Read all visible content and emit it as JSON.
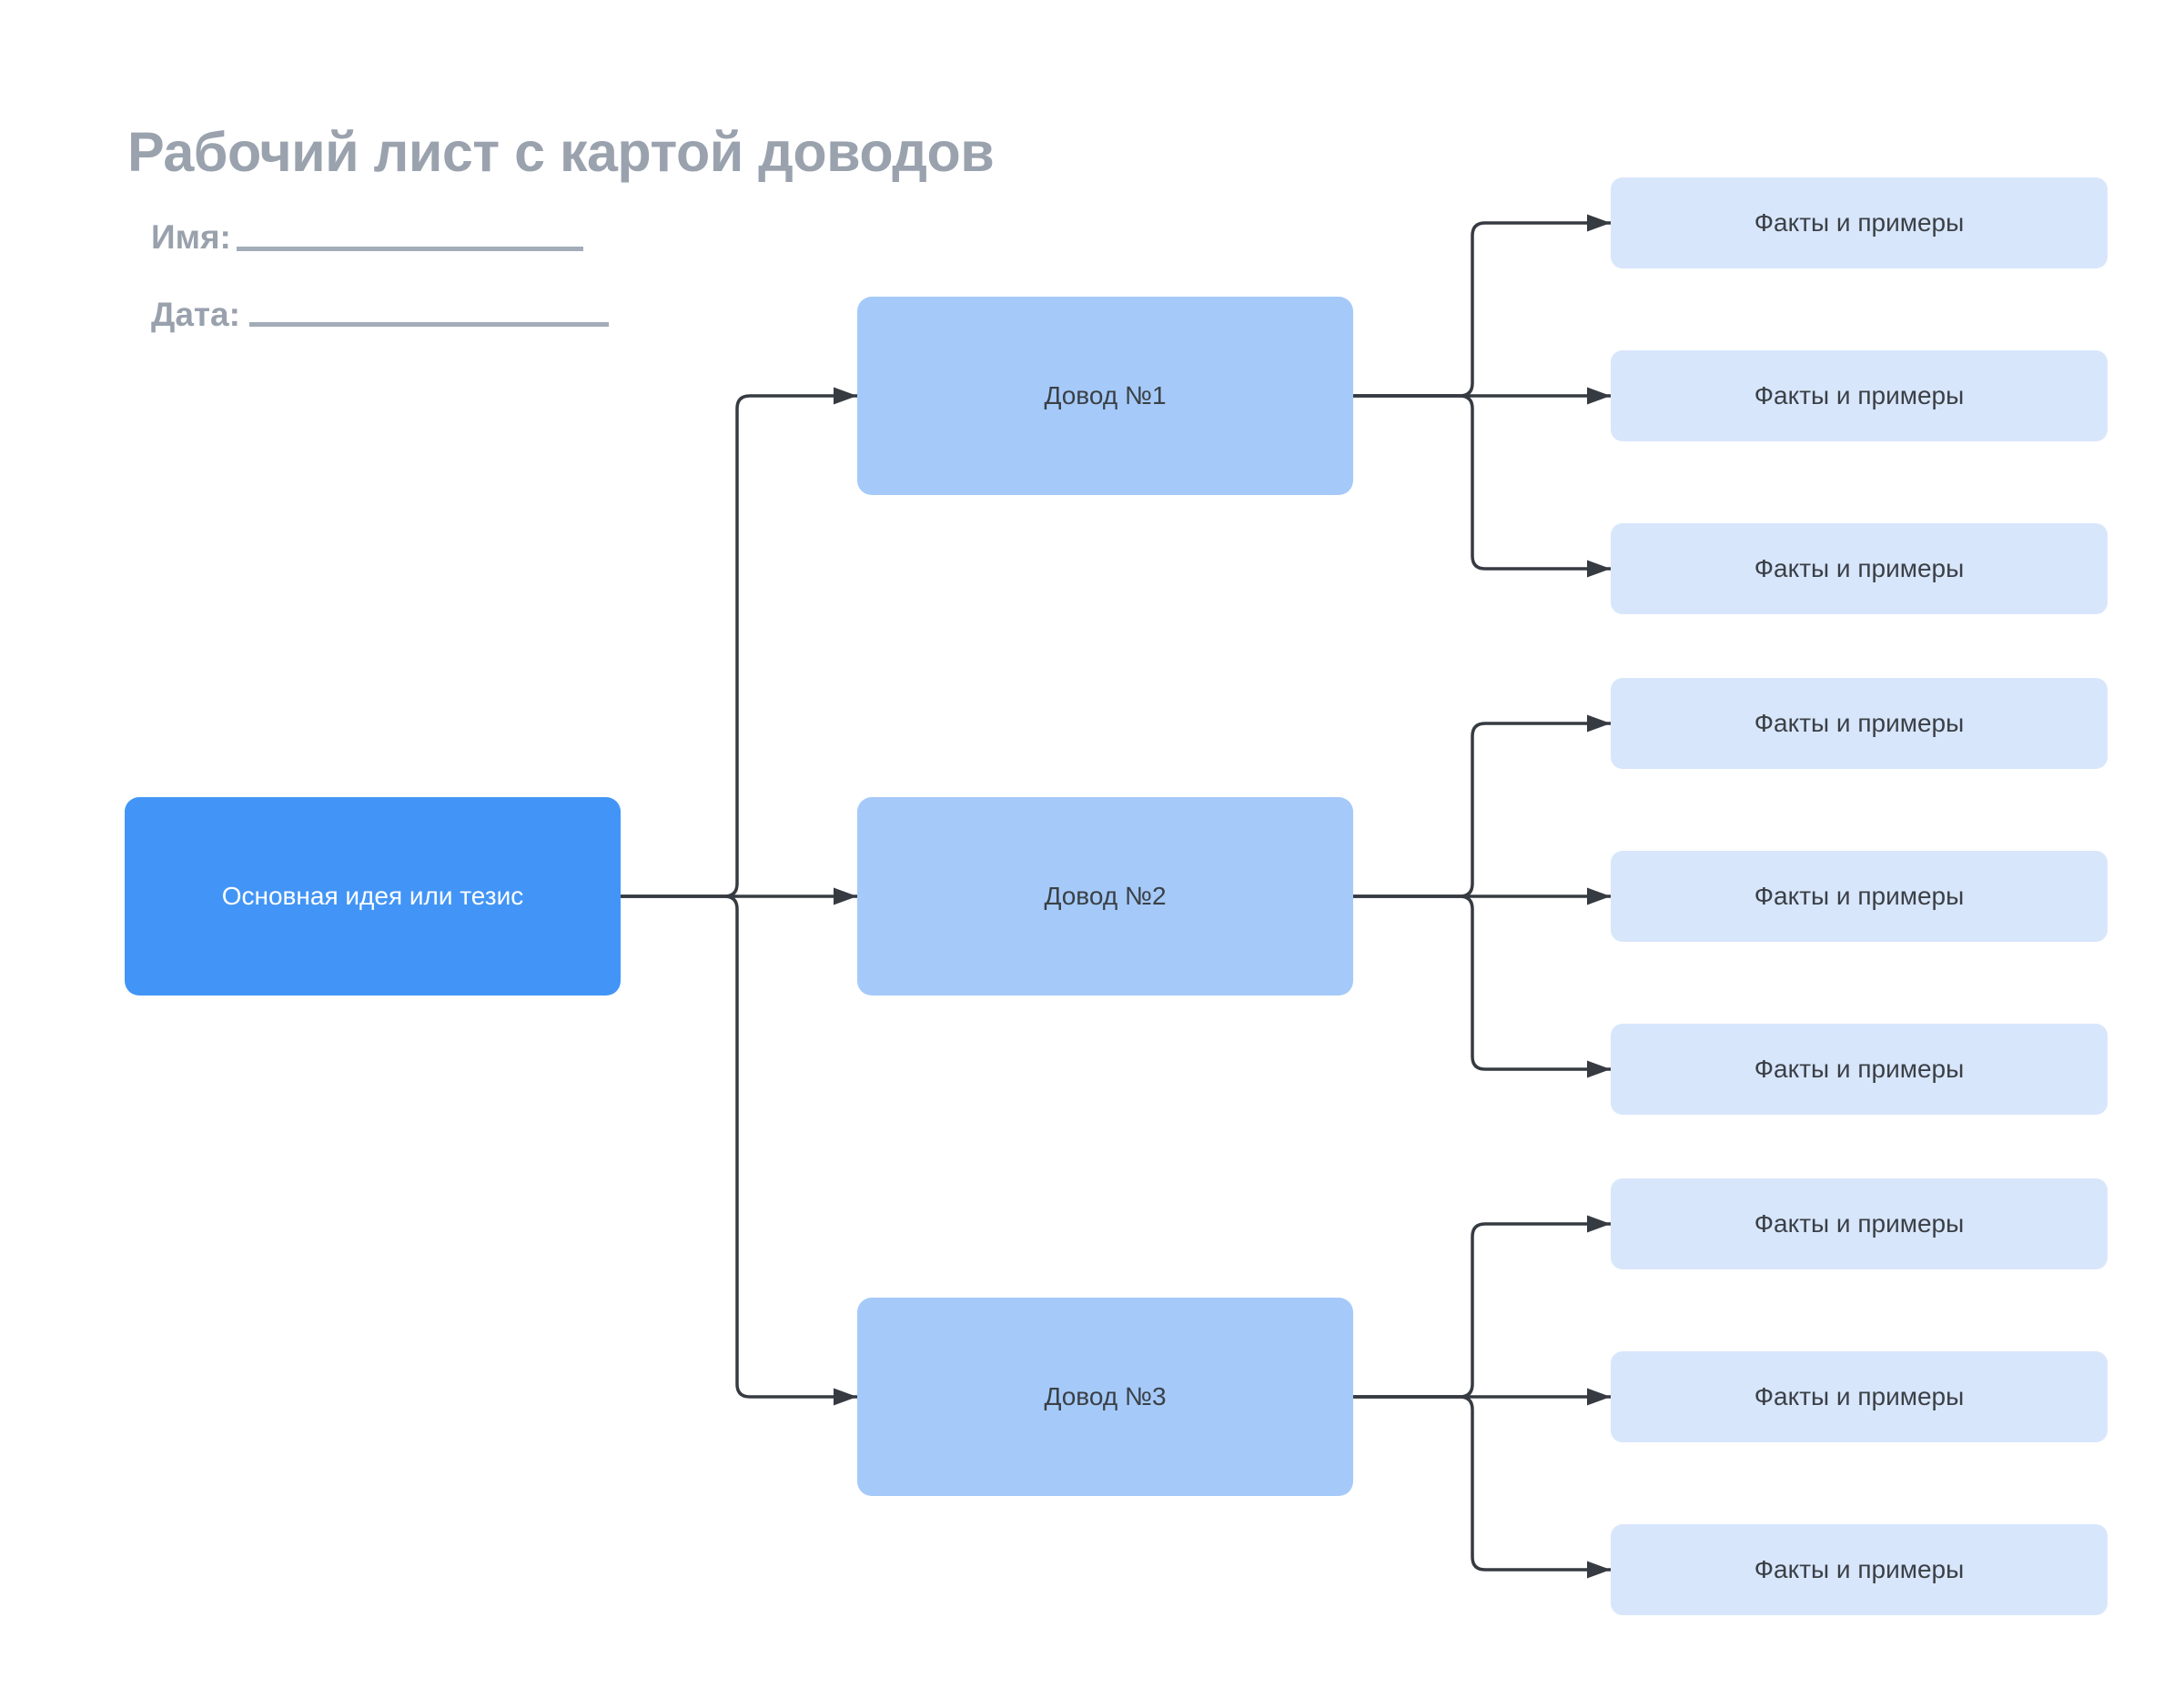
{
  "page": {
    "title": "Рабочий лист с картой доводов"
  },
  "form": {
    "name_label": "Имя:",
    "name_value": "",
    "date_label": "Дата:",
    "date_value": ""
  },
  "map": {
    "main_label": "Основная идея или тезис",
    "arguments": [
      {
        "label": "Довод №1",
        "facts": [
          "Факты и примеры",
          "Факты и примеры",
          "Факты и примеры"
        ]
      },
      {
        "label": "Довод №2",
        "facts": [
          "Факты и примеры",
          "Факты и примеры",
          "Факты и примеры"
        ]
      },
      {
        "label": "Довод №3",
        "facts": [
          "Факты и примеры",
          "Факты и примеры",
          "Факты и примеры"
        ]
      }
    ]
  },
  "colors": {
    "main_node_fill": "#4295F6",
    "main_node_text": "#FFFFFF",
    "argument_node_fill": "#A5CAF9",
    "fact_node_fill": "#D8E6FC",
    "node_text": "#3B4046",
    "connector": "#363B42",
    "heading_text": "#9AA2AE",
    "blank_line": "#A3ACB8",
    "background": "#FFFFFF"
  }
}
